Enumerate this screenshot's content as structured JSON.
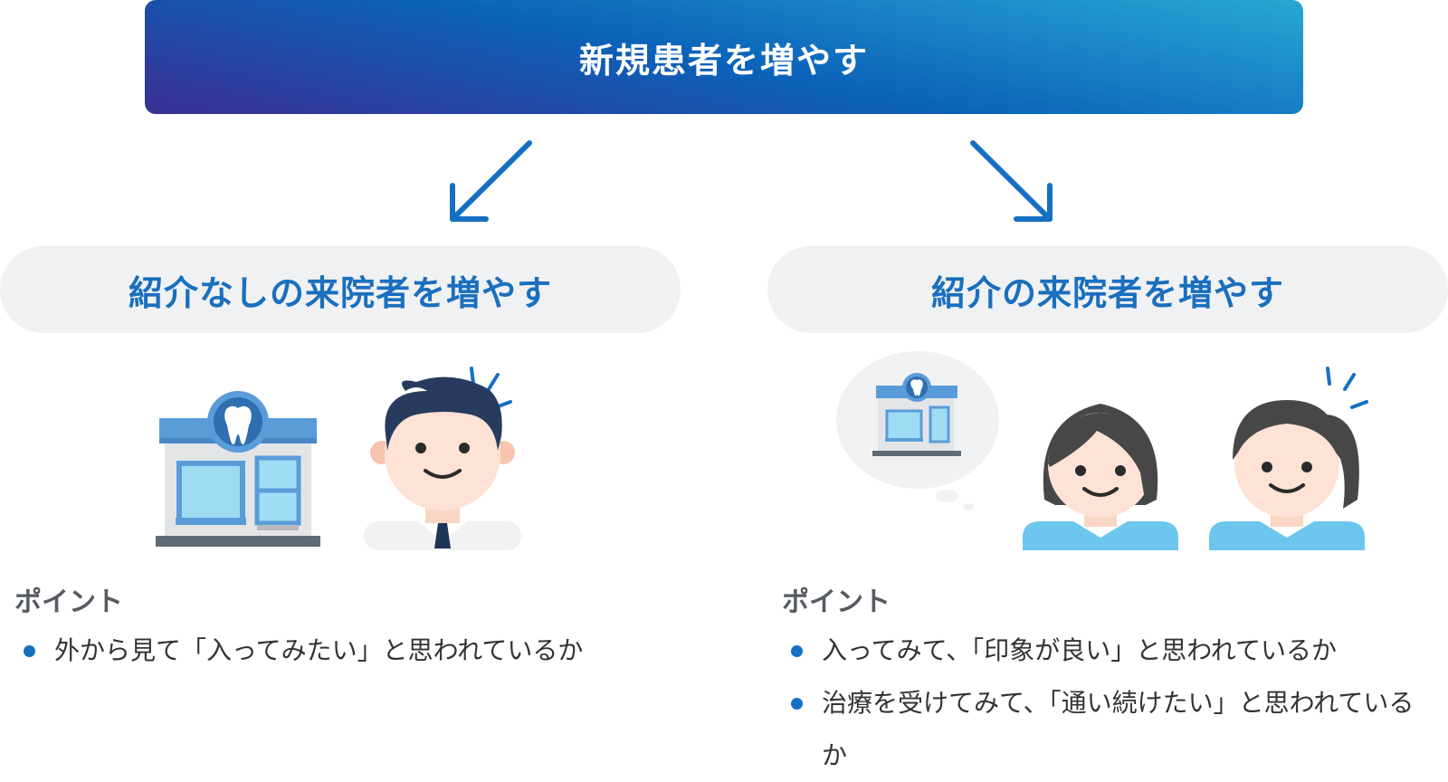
{
  "top": {
    "title": "新規患者を増やす"
  },
  "left": {
    "heading": "紹介なしの来院者を増やす",
    "point_title": "ポイント",
    "points": [
      "外から見て「入ってみたい」と思われているか"
    ]
  },
  "right": {
    "heading": "紹介の来院者を増やす",
    "point_title": "ポイント",
    "points": [
      "入ってみて、「印象が良い」と思われているか",
      "治療を受けてみて、「通い続けたい」と思われているか"
    ]
  },
  "colors": {
    "banner_start": "#3a2f93",
    "banner_end": "#27a8d2",
    "accent_blue": "#1570c4",
    "pill_bg": "#f0f1f3"
  },
  "icons": {
    "left": [
      "dental-clinic-building-icon",
      "businessman-icon"
    ],
    "right": [
      "thought-bubble-clinic-icon",
      "woman-short-hair-icon",
      "woman-ponytail-icon"
    ]
  }
}
